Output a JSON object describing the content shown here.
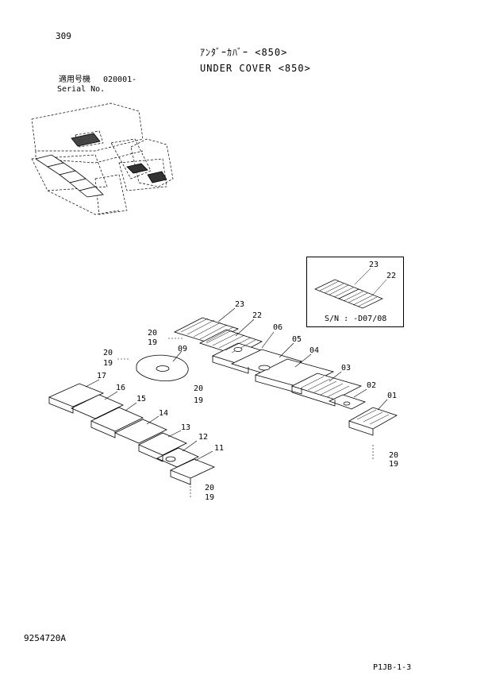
{
  "page_number": "309",
  "title_jp": "ｱﾝﾀﾞｰｶﾊﾞｰ <850>",
  "title_en": "UNDER COVER <850>",
  "applicable_label_jp": "適用号機",
  "applicable_range": "020001-",
  "serial_label": "Serial No.",
  "inset": {
    "labels": [
      "23",
      "22"
    ],
    "serial_note": "S/N : -D07/08"
  },
  "callouts": [
    "01",
    "02",
    "03",
    "04",
    "05",
    "06",
    "09",
    "11",
    "12",
    "13",
    "14",
    "15",
    "16",
    "17",
    "19",
    "20",
    "22",
    "23"
  ],
  "doc_number": "9254720A",
  "page_code": "P1JB-1-3"
}
